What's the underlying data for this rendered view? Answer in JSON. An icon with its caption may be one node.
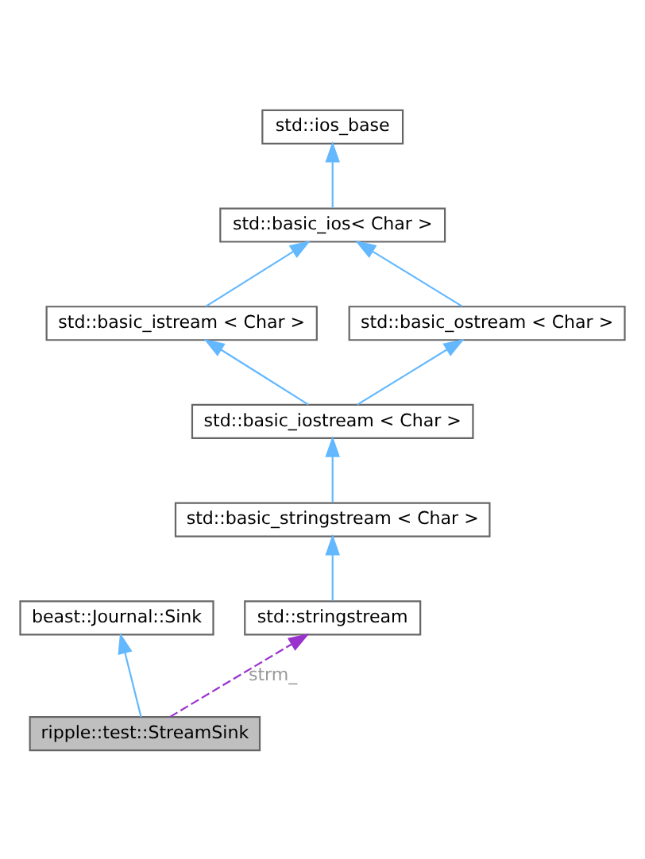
{
  "diagram": {
    "nodes": [
      {
        "text": [
          "std::ios_base"
        ]
      },
      {
        "text": [
          "std::basic_ios< Char >"
        ]
      },
      {
        "text": [
          "std::basic_istream < Char >"
        ]
      },
      {
        "text": [
          "std::basic_ostream < Char >"
        ]
      },
      {
        "text": [
          "std::basic_iostream < Char >"
        ]
      },
      {
        "text": [
          "std::basic_stringstream < Char >"
        ]
      },
      {
        "text": [
          "beast::Journal::Sink"
        ]
      },
      {
        "text": [
          "std::stringstream"
        ]
      },
      {
        "text": [
          "ripple::test::StreamSink"
        ]
      }
    ],
    "edges": [
      {
        "from": 1,
        "to": 0,
        "arrow": "to"
      },
      {
        "from": 2,
        "to": 1,
        "arrow": "to"
      },
      {
        "from": 3,
        "to": 1,
        "arrow": "to"
      },
      {
        "from": 4,
        "to": 2,
        "arrow": "to"
      },
      {
        "from": 4,
        "to": 3,
        "arrow": "to"
      },
      {
        "from": 5,
        "to": 4,
        "arrow": "to"
      },
      {
        "from": 7,
        "to": 5,
        "arrow": "to"
      },
      {
        "from": 8,
        "to": 6,
        "arrow": "to"
      },
      {
        "from": 8,
        "to": 7,
        "arrow": "to",
        "label": "strm_",
        "style": "dashed",
        "color": "#9a32cd"
      }
    ]
  }
}
